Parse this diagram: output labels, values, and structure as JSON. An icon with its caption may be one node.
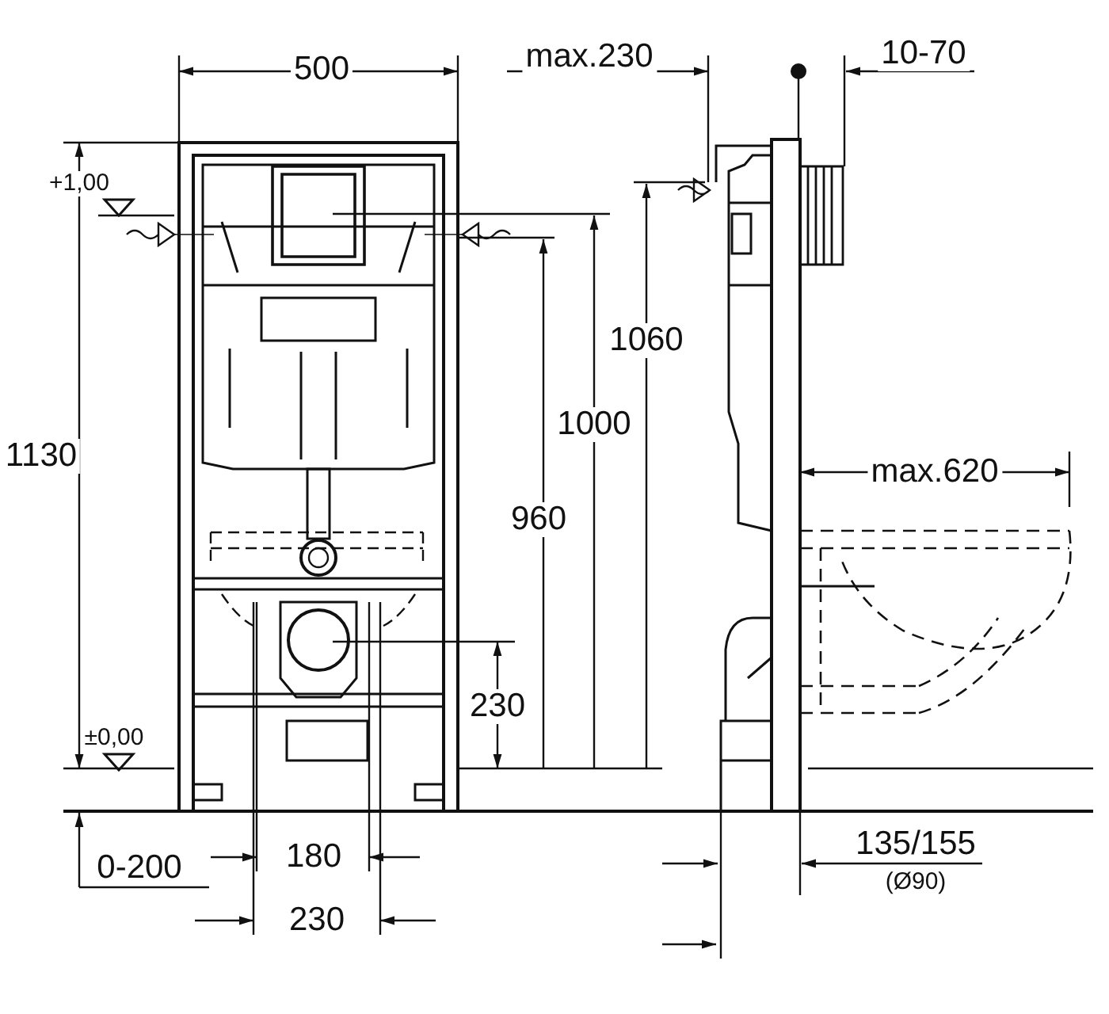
{
  "diagram": {
    "labels": [
      "500",
      "max.230",
      "10-70",
      "+1,00",
      "1060",
      "1000",
      "1130",
      "max.620",
      "960",
      "230",
      "±0,00",
      "0-200",
      "180",
      "135/155",
      "(Ø90)",
      "230"
    ]
  }
}
